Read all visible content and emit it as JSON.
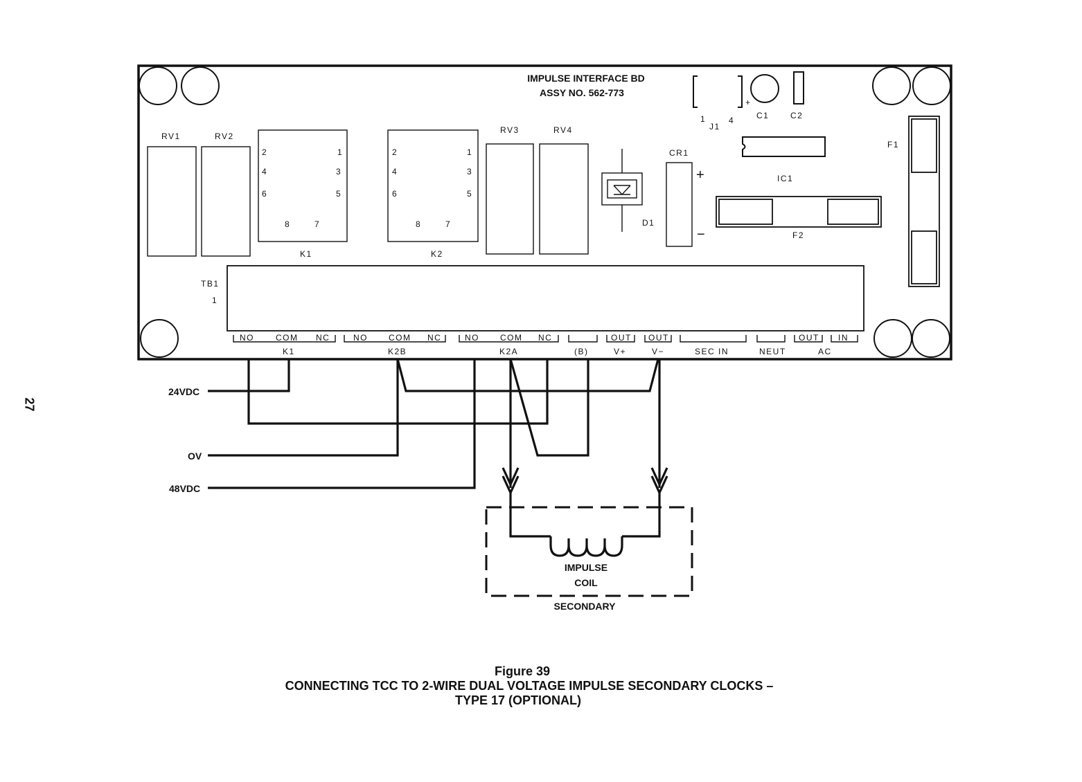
{
  "page_number": "27",
  "board": {
    "title_line1": "IMPULSE INTERFACE BD",
    "title_line2": "ASSY NO. 562-773",
    "components": {
      "rv1": "RV1",
      "rv2": "RV2",
      "rv3": "RV3",
      "rv4": "RV4",
      "k1": "K1",
      "k2": "K2",
      "cr1": "CR1",
      "d1": "D1",
      "c1": "C1",
      "c2": "C2",
      "j1": "J1",
      "j1_pin1": "1",
      "j1_pin4": "4",
      "j1_plus": "+",
      "ic1": "IC1",
      "f1": "F1",
      "f2": "F2",
      "tb1": "TB1",
      "tb1_pin": "1",
      "cr1_plus": "+",
      "cr1_minus": "−"
    },
    "relay_pins": {
      "p1": "1",
      "p2": "2",
      "p3": "3",
      "p4": "4",
      "p5": "5",
      "p6": "6",
      "p7": "7",
      "p8": "8"
    },
    "terminals": {
      "k1_no": "NO",
      "k1_com": "COM",
      "k1_nc": "NC",
      "k2b_no": "NO",
      "k2b_com": "COM",
      "k2b_nc": "NC",
      "k2a_no": "NO",
      "k2a_com": "COM",
      "k2a_nc": "NC",
      "out1": "OUT",
      "out2": "OUT",
      "out3": "OUT",
      "in": "IN"
    },
    "terminal_groups": {
      "k1": "K1",
      "k2b": "K2B",
      "k2a": "K2A",
      "b": "(B)",
      "vplus": "V+",
      "vminus": "V−",
      "sec_in": "SEC IN",
      "neut": "NEUT",
      "ac": "AC"
    }
  },
  "supply_labels": {
    "v24": "24VDC",
    "v0": "OV",
    "v48": "48VDC"
  },
  "coil": {
    "label_line1": "IMPULSE",
    "label_line2": "COIL",
    "box_label": "SECONDARY"
  },
  "caption": {
    "figure": "Figure 39",
    "line1": "CONNECTING TCC TO 2-WIRE DUAL VOLTAGE IMPULSE SECONDARY CLOCKS –",
    "line2": "TYPE 17 (OPTIONAL)"
  }
}
